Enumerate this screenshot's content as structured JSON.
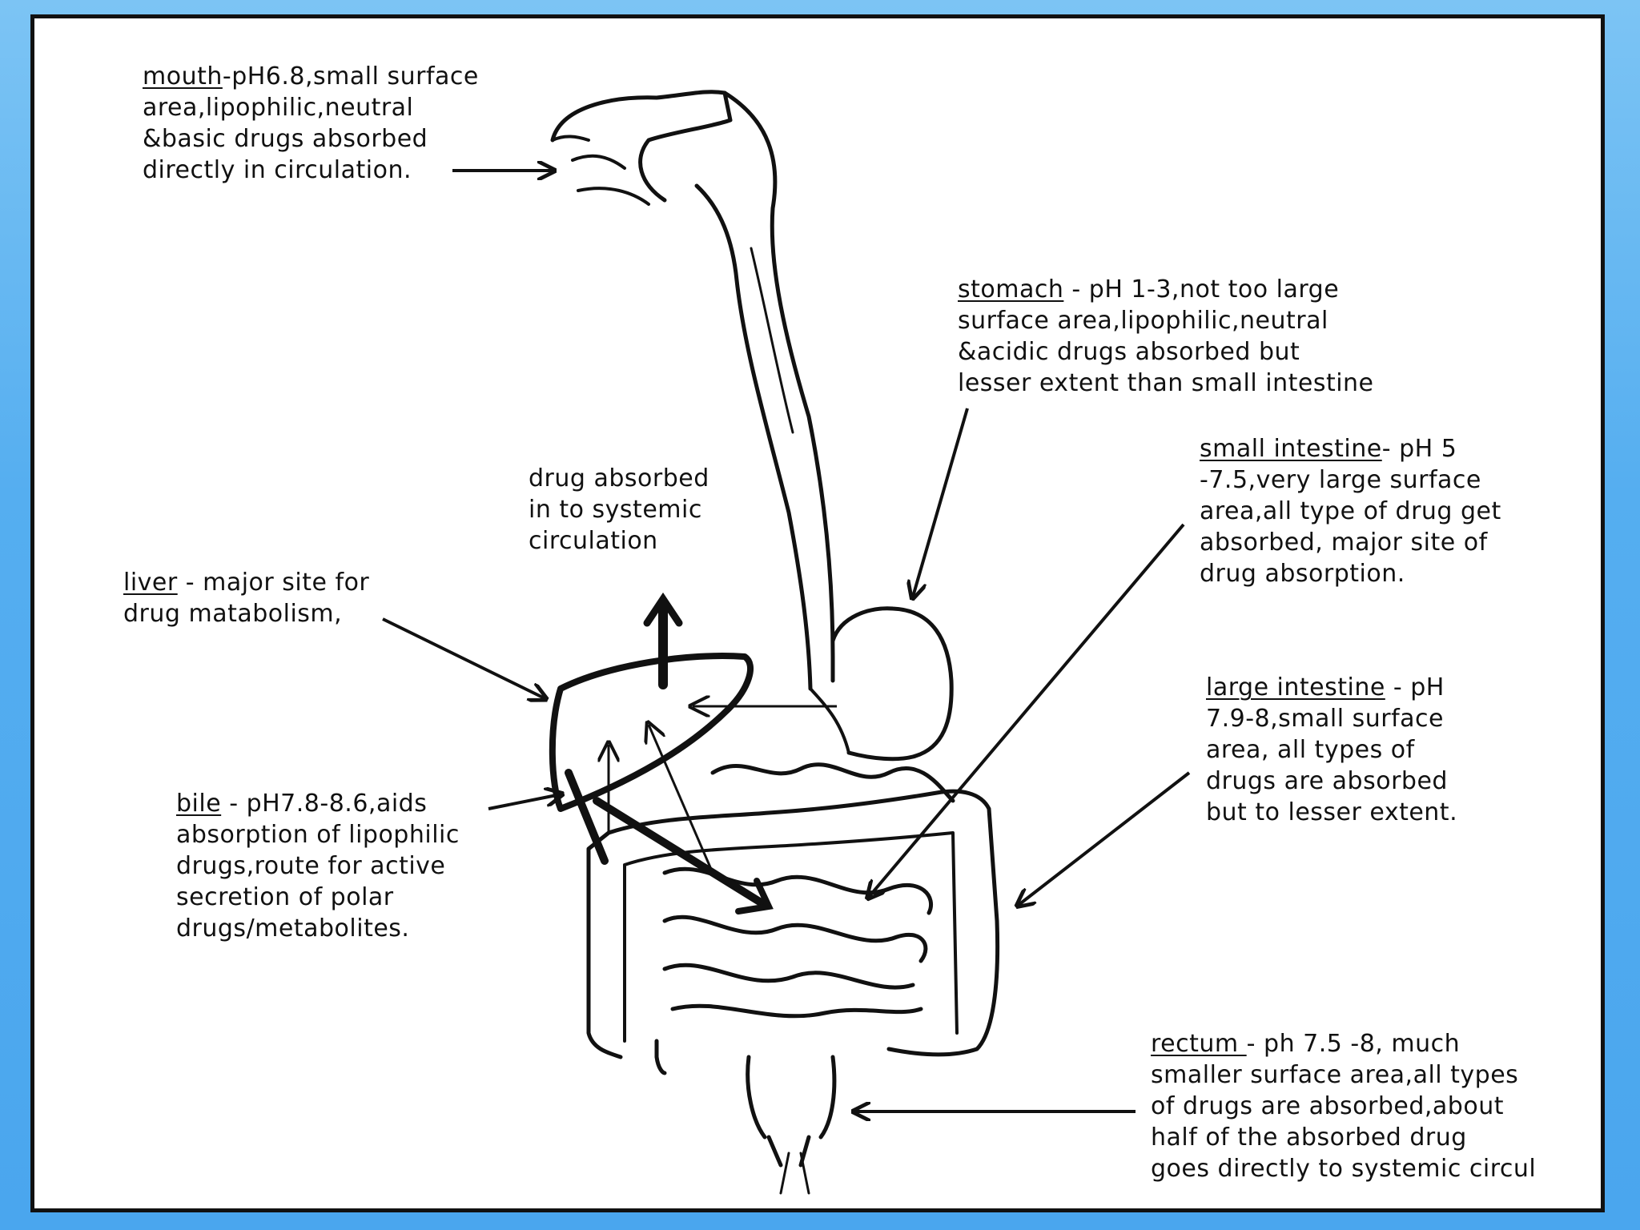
{
  "annotations": {
    "mouth": {
      "term": "mouth",
      "rest": "-pH6.8,small surface",
      "lines": [
        "area,lipophilic,neutral",
        "&basic drugs absorbed",
        "directly in circulation."
      ]
    },
    "stomach": {
      "term": "stomach",
      "rest": " - pH 1-3,not too large",
      "lines": [
        "surface area,lipophilic,neutral",
        "&acidic drugs absorbed but",
        "lesser extent than small intestine"
      ]
    },
    "small_intestine": {
      "term": "small intestine",
      "rest": "- pH 5",
      "lines": [
        "-7.5,very large surface",
        "area,all type of drug get",
        "absorbed, major site of",
        "drug absorption."
      ]
    },
    "liver": {
      "term": "liver",
      "rest": " - major site for",
      "lines": [
        "drug matabolism,"
      ]
    },
    "bile": {
      "term": "bile",
      "rest": " - pH7.8-8.6,aids",
      "lines": [
        "absorption of lipophilic",
        "drugs,route for active",
        "secretion of polar",
        "drugs/metabolites."
      ]
    },
    "large_intestine": {
      "term": "large intestine",
      "rest": " - pH",
      "lines": [
        "7.9-8,small surface",
        "area, all types of",
        "drugs are absorbed",
        "but to lesser extent."
      ]
    },
    "rectum": {
      "term": "rectum ",
      "rest": "- ph 7.5 -8, much",
      "lines": [
        "smaller surface area,all types",
        "of drugs are absorbed,about",
        "half of the absorbed drug",
        "goes directly to systemic circul"
      ]
    },
    "systemic": {
      "lines": [
        "drug absorbed",
        "in to systemic",
        "circulation"
      ]
    }
  },
  "colors": {
    "background": "#55aef0",
    "slide": "#ffffff",
    "ink": "#111111"
  }
}
